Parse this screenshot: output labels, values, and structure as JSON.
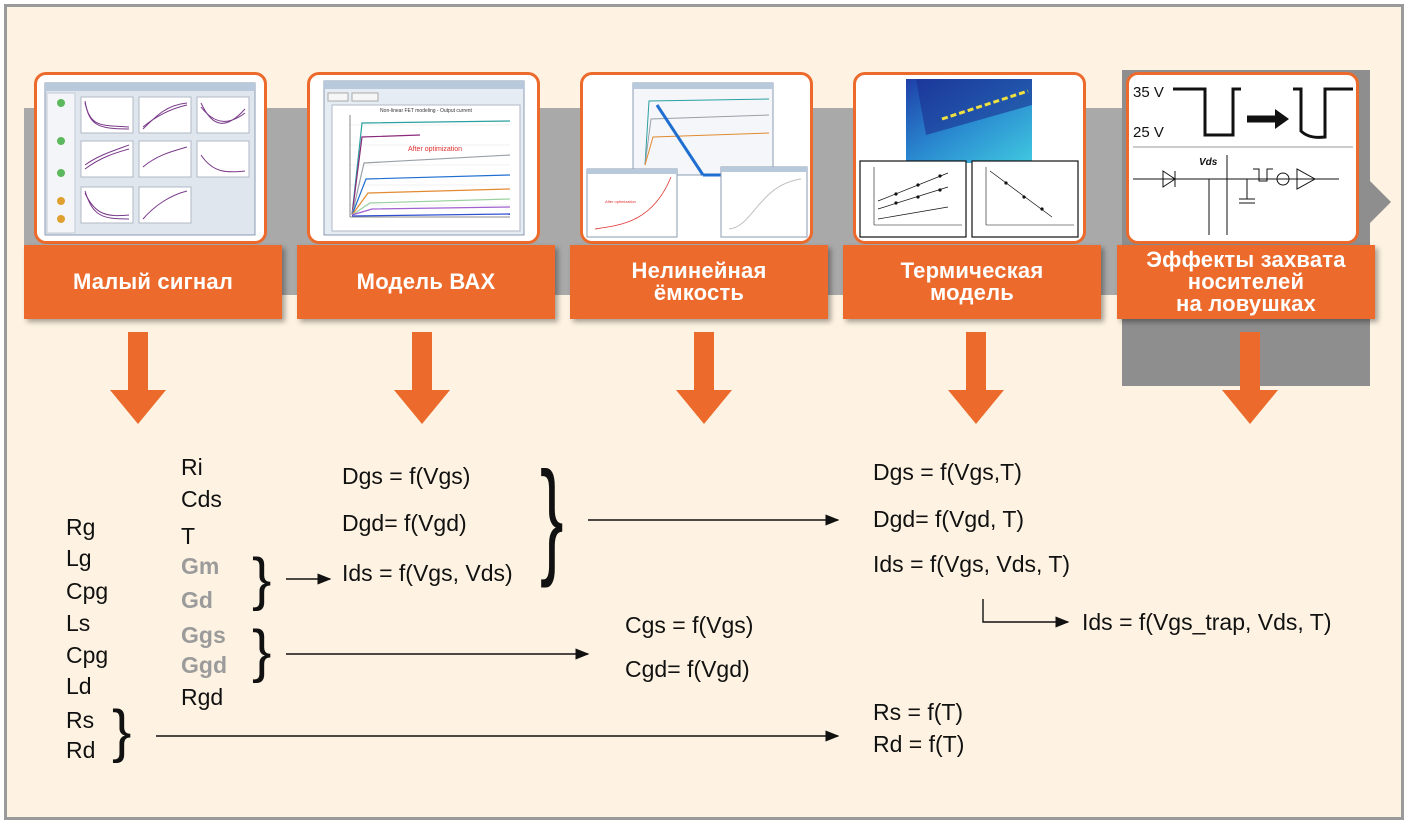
{
  "stages": [
    {
      "id": "small-signal",
      "label": "Малый сигнал"
    },
    {
      "id": "iv-model",
      "label": "Модель ВАХ"
    },
    {
      "id": "nonlinear-capacitance",
      "label": "Нелинейная\nёмкость"
    },
    {
      "id": "thermal-model",
      "label": "Термическая\nмодель"
    },
    {
      "id": "trapping-effects",
      "label": "Эффекты захвата\nносителей\nна ловушках"
    }
  ],
  "thumbnails": {
    "iv_window_title": "Non-linear FET modeling - Output current",
    "iv_annotation": "After optimization",
    "cap_annotation": "After optimization",
    "trap_v_high": "35 V",
    "trap_v_low": "25 V",
    "trap_vds": "Vds"
  },
  "params": {
    "col1": [
      "Rg",
      "Lg",
      "Cpg",
      "Ls",
      "Cpg",
      "Ld",
      "Rs",
      "Rd"
    ],
    "col2_top": [
      "Ri",
      "Cds",
      "T"
    ],
    "col2_grey": [
      "Gm",
      "Gd",
      "Ggs",
      "Ggd"
    ],
    "col2_bottom": [
      "Rgd"
    ]
  },
  "equations": {
    "iv": [
      "Dgs = f(Vgs)",
      "Dgd= f(Vgd)",
      "Ids = f(Vgs, Vds)"
    ],
    "cap": [
      "Cgs = f(Vgs)",
      "Cgd= f(Vgd)"
    ],
    "thermal": [
      "Dgs = f(Vgs,T)",
      "Dgd= f(Vgd, T)",
      "Ids = f(Vgs, Vds, T)"
    ],
    "trap": "Ids = f(Vgs_trap, Vds, T)",
    "resist": [
      "Rs = f(T)",
      "Rd = f(T)"
    ]
  },
  "colors": {
    "accent": "#ec6a2b",
    "band": "#a9a9a9",
    "background": "#fef3e2"
  }
}
